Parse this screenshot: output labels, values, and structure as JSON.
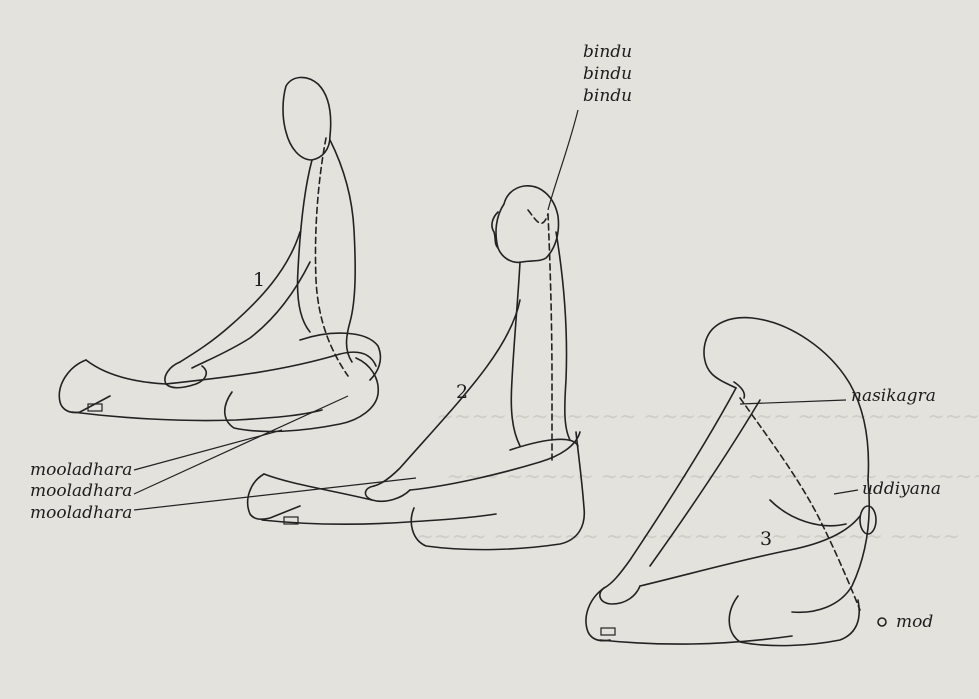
{
  "figures": [
    {
      "id": "figure-1",
      "number": "1"
    },
    {
      "id": "figure-2",
      "number": "2"
    },
    {
      "id": "figure-3",
      "number": "3"
    }
  ],
  "labels": {
    "bindu": [
      "bindu",
      "bindu",
      "bindu"
    ],
    "mooladhara": [
      "mooladhara",
      "mooladhara",
      "mooladhara"
    ],
    "nasikagra": "nasikagra",
    "uddiyana": "uddiyana",
    "mod": "mod"
  },
  "colors": {
    "paper": "#e4e2dd",
    "ink": "#222222"
  }
}
